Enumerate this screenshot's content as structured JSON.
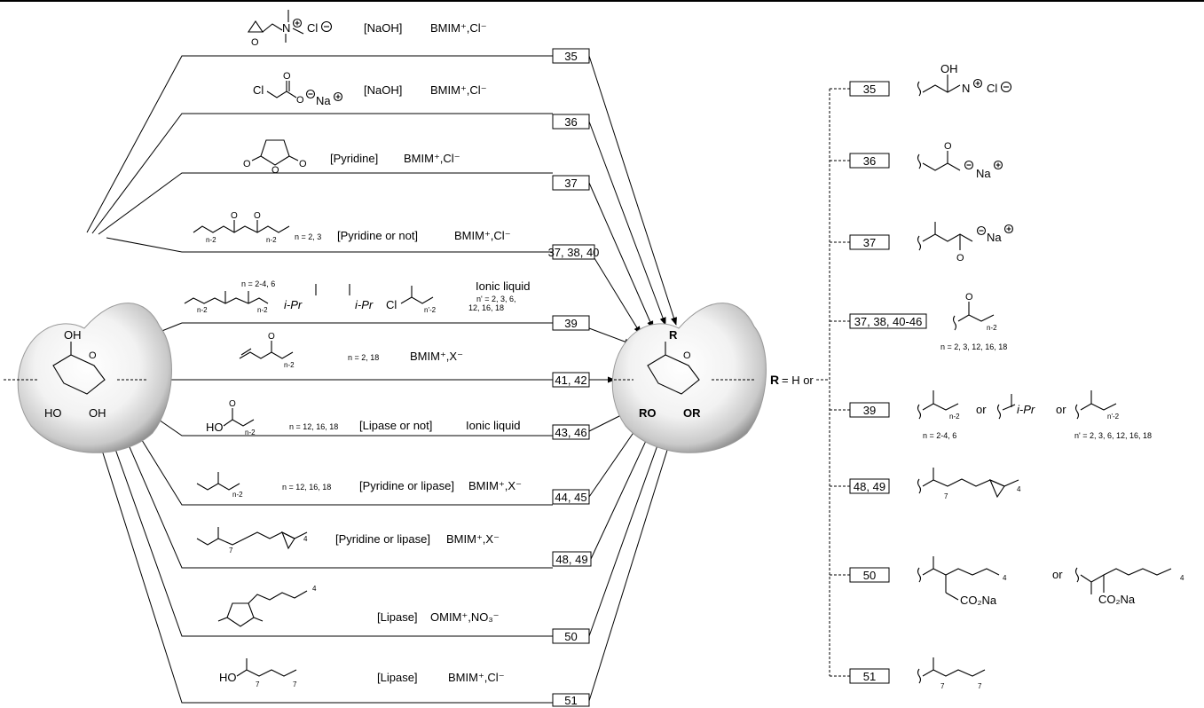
{
  "routes": [
    {
      "id": "r35",
      "catalyst": "[NaOH]",
      "medium": "BMIM⁺,Cl⁻",
      "conditions": "",
      "products": "35"
    },
    {
      "id": "r36",
      "catalyst": "[NaOH]",
      "medium": "BMIM⁺,Cl⁻",
      "conditions": "",
      "products": "36"
    },
    {
      "id": "r37",
      "catalyst": "[Pyridine]",
      "medium": "BMIM⁺,Cl⁻",
      "conditions": "",
      "products": "37"
    },
    {
      "id": "r37b",
      "catalyst": "[Pyridine or not]",
      "medium": "BMIM⁺,Cl⁻",
      "conditions": "n = 2, 3",
      "products": "37, 38, 40"
    },
    {
      "id": "r39",
      "catalyst": "",
      "medium": "Ionic liquid",
      "conditions": "n = 2-4, 6",
      "conditions2": "n' = 2, 3, 6,",
      "conditions3": "12, 16, 18",
      "products": "39"
    },
    {
      "id": "r41",
      "catalyst": "",
      "medium": "BMIM⁺,X⁻",
      "conditions": "n = 2, 18",
      "products": "41, 42"
    },
    {
      "id": "r43",
      "catalyst": "[Lipase or not]",
      "medium": "Ionic liquid",
      "conditions": "n = 12, 16, 18",
      "products": "43, 46"
    },
    {
      "id": "r44",
      "catalyst": "[Pyridine or lipase]",
      "medium": "BMIM⁺,X⁻",
      "conditions": "n = 12, 16, 18",
      "products": "44, 45"
    },
    {
      "id": "r48",
      "catalyst": "[Pyridine or lipase]",
      "medium": "BMIM⁺,X⁻",
      "conditions": "",
      "products": "48, 49"
    },
    {
      "id": "r50",
      "catalyst": "[Lipase]",
      "medium": "OMIM⁺,NO₃⁻",
      "conditions": "",
      "products": "50"
    },
    {
      "id": "r51",
      "catalyst": "[Lipase]",
      "medium": "BMIM⁺,Cl⁻",
      "conditions": "",
      "products": "51"
    }
  ],
  "reagent_text": {
    "cl_minus": "Cl",
    "cl_acetate": "Cl",
    "na_plus": "Na",
    "ipr_left": "i-Pr",
    "ipr_right": "i-Pr",
    "cl_acyl": "Cl",
    "ho_acid": "HO",
    "ho_oleic": "HO",
    "n2": "n-2",
    "n_prime_2": "n'-2",
    "seven": "7",
    "four": "4"
  },
  "glucose_left": {
    "oh": "OH",
    "ho1": "HO",
    "oh2": "OH",
    "o": "O"
  },
  "glucose_right": {
    "r6": "R",
    "ro3": "RO",
    "or2": "OR",
    "o": "O"
  },
  "r_equals": {
    "bold_r": "R",
    "text": "= H or"
  },
  "substituents": [
    {
      "id": "s35",
      "label": "35"
    },
    {
      "id": "s36",
      "label": "36"
    },
    {
      "id": "s37",
      "label": "37"
    },
    {
      "id": "s37b",
      "label": "37, 38, 40-46",
      "note": "n = 2, 3, 12, 16, 18"
    },
    {
      "id": "s39",
      "label": "39",
      "note": "n = 2-4, 6",
      "note2": "n' = 2, 3, 6, 12, 16, 18",
      "or1": "or",
      "or2": "or"
    },
    {
      "id": "s48",
      "label": "48, 49"
    },
    {
      "id": "s50",
      "label": "50",
      "or1": "or",
      "co2na": "CO₂Na"
    },
    {
      "id": "s51",
      "label": "51"
    }
  ],
  "sub_text": {
    "oh": "OH",
    "cl": "Cl",
    "na": "Na",
    "ipr": "i-Pr",
    "seven": "7",
    "four": "4",
    "n2": "n-2",
    "np2": "n'-2"
  }
}
